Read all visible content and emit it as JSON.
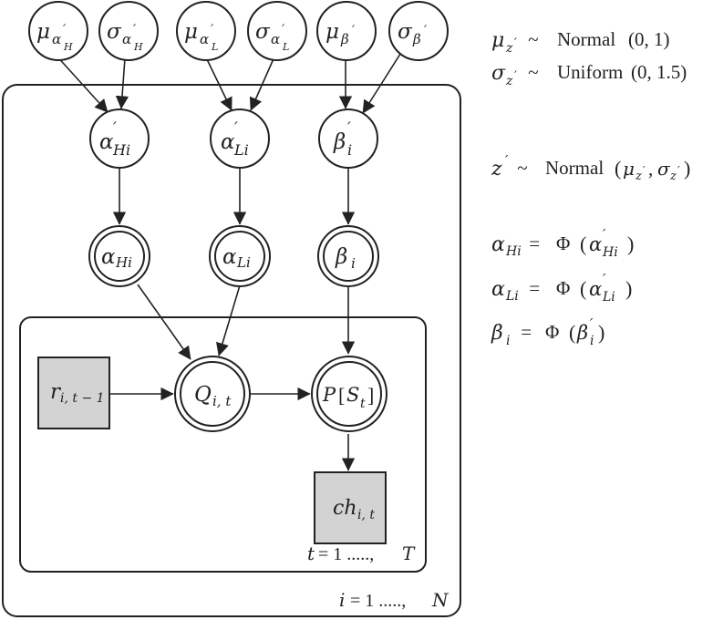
{
  "nodes": {
    "mu_alpha_H": {
      "sym": "μ",
      "sub": "α",
      "subprime": "′",
      "subsub": "H"
    },
    "sigma_alpha_H": {
      "sym": "σ",
      "sub": "α",
      "subprime": "′",
      "subsub": "H"
    },
    "mu_alpha_L": {
      "sym": "μ",
      "sub": "α",
      "subprime": "′",
      "subsub": "L"
    },
    "sigma_alpha_L": {
      "sym": "σ",
      "sub": "α",
      "subprime": "′",
      "subsub": "L"
    },
    "mu_beta": {
      "sym": "μ",
      "sub": "β",
      "subprime": "′"
    },
    "sigma_beta": {
      "sym": "σ",
      "sub": "β",
      "subprime": "′"
    },
    "alpha_H_prime": {
      "sym": "α",
      "sup": "′",
      "sub": "Hi"
    },
    "alpha_L_prime": {
      "sym": "α",
      "sup": "′",
      "sub": "Li"
    },
    "beta_prime": {
      "sym": "β",
      "sup": "′",
      "sub": "i"
    },
    "alpha_H": {
      "sym": "α",
      "sub": "Hi"
    },
    "alpha_L": {
      "sym": "α",
      "sub": "Li"
    },
    "beta": {
      "sym": "β",
      "sub": "i"
    },
    "Q": {
      "sym": "Q",
      "sub": "i, t"
    },
    "P": {
      "sym": "P",
      "open": "[",
      "inner": "S",
      "inner_sub": "t",
      "close": "]"
    },
    "r": {
      "sym": "r",
      "sub": "i, t − 1"
    },
    "ch": {
      "sym": "ch",
      "sub": "i, t"
    }
  },
  "plates": {
    "outer": {
      "var": "i",
      "eq": " = 1 ....., ",
      "end": "N"
    },
    "inner": {
      "var": "t",
      "eq": " = 1 ....., ",
      "end": "T"
    }
  },
  "equations": {
    "mu_z": {
      "lhs": "μ",
      "lhs_sub": "z",
      "lhs_prime": "′",
      "op": " ~ ",
      "dist": "Normal",
      "args": "(0, 1)"
    },
    "sigma_z": {
      "lhs": "σ",
      "lhs_sub": "z",
      "lhs_prime": "′",
      "op": " ~ ",
      "dist": "Uniform",
      "args": "(0, 1.5)"
    },
    "z": {
      "lhs": "z",
      "lhs_sup": "′",
      "op": " ~ ",
      "dist": "Normal",
      "arg1": "μ",
      "arg1_sub": "z",
      "arg2": "σ",
      "arg2_sub": "z",
      "prime": "′"
    },
    "alpha_H": {
      "lhs": "α",
      "lhs_sub": "Hi",
      "op": " = ",
      "fn": "Φ",
      "arg": "α",
      "arg_sup": "′",
      "arg_sub": "Hi"
    },
    "alpha_L": {
      "lhs": "α",
      "lhs_sub": "Li",
      "op": " = ",
      "fn": "Φ",
      "arg": "α",
      "arg_sup": "′",
      "arg_sub": "Li"
    },
    "beta": {
      "lhs": "β",
      "lhs_sub": "i",
      "op": " = ",
      "fn": "Φ",
      "arg": "β",
      "arg_sup": "′",
      "arg_sub": "i"
    }
  }
}
